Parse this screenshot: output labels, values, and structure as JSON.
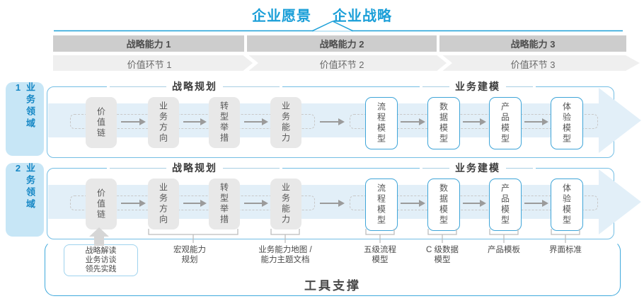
{
  "colors": {
    "accent_blue": "#1B9FD8",
    "light_blue_fill": "#C7E6F6",
    "domain_text": "#1587C5",
    "row_border": "#74BEE4",
    "band_fill": "#E2EFF8",
    "box_gray": "#E8E8E8",
    "box_blue_border": "#3FA5D8",
    "bar_gray": "#CDCDCD",
    "chevron_gray": "#EFEFEF",
    "arrow_gray": "#9B9B9B",
    "dashed_gray": "#C8C8C8",
    "brace_gray": "#BDBDBD",
    "up_arrow": "#D6D6D6",
    "annotation_border": "#9FD3EE",
    "footer_border": "#3FA9DC"
  },
  "header": {
    "vision": "企业愿景",
    "strategy": "企业战略",
    "capabilities": [
      "战略能力 1",
      "战略能力 2",
      "战略能力 3"
    ],
    "value_links": [
      "价值环节 1",
      "价值环节 2",
      "价值环节 3"
    ]
  },
  "domains": [
    "业务领域 1",
    "业务领域 2"
  ],
  "row": {
    "planning_title": "战略规划",
    "modeling_title": "业务建模",
    "planning_boxes": [
      "价值链",
      "业务方向",
      "转型举措",
      "业务能力"
    ],
    "modeling_boxes": [
      "流程模型",
      "数据模型",
      "产品模型",
      "体验模型"
    ]
  },
  "annotations": {
    "source_box_lines": [
      "战略解读",
      "业务访谈",
      "领先实践"
    ],
    "labels": [
      {
        "line1": "宏观能力",
        "line2": "规划"
      },
      {
        "line1": "业务能力地图 /",
        "line2": "能力主题文档"
      },
      {
        "line1": "五级流程",
        "line2": "模型"
      },
      {
        "line1": "C 级数据",
        "line2": "模型"
      },
      {
        "line1": "产品模板",
        "line2": ""
      },
      {
        "line1": "界面标准",
        "line2": ""
      }
    ]
  },
  "footer": {
    "label": "工具支撑"
  }
}
